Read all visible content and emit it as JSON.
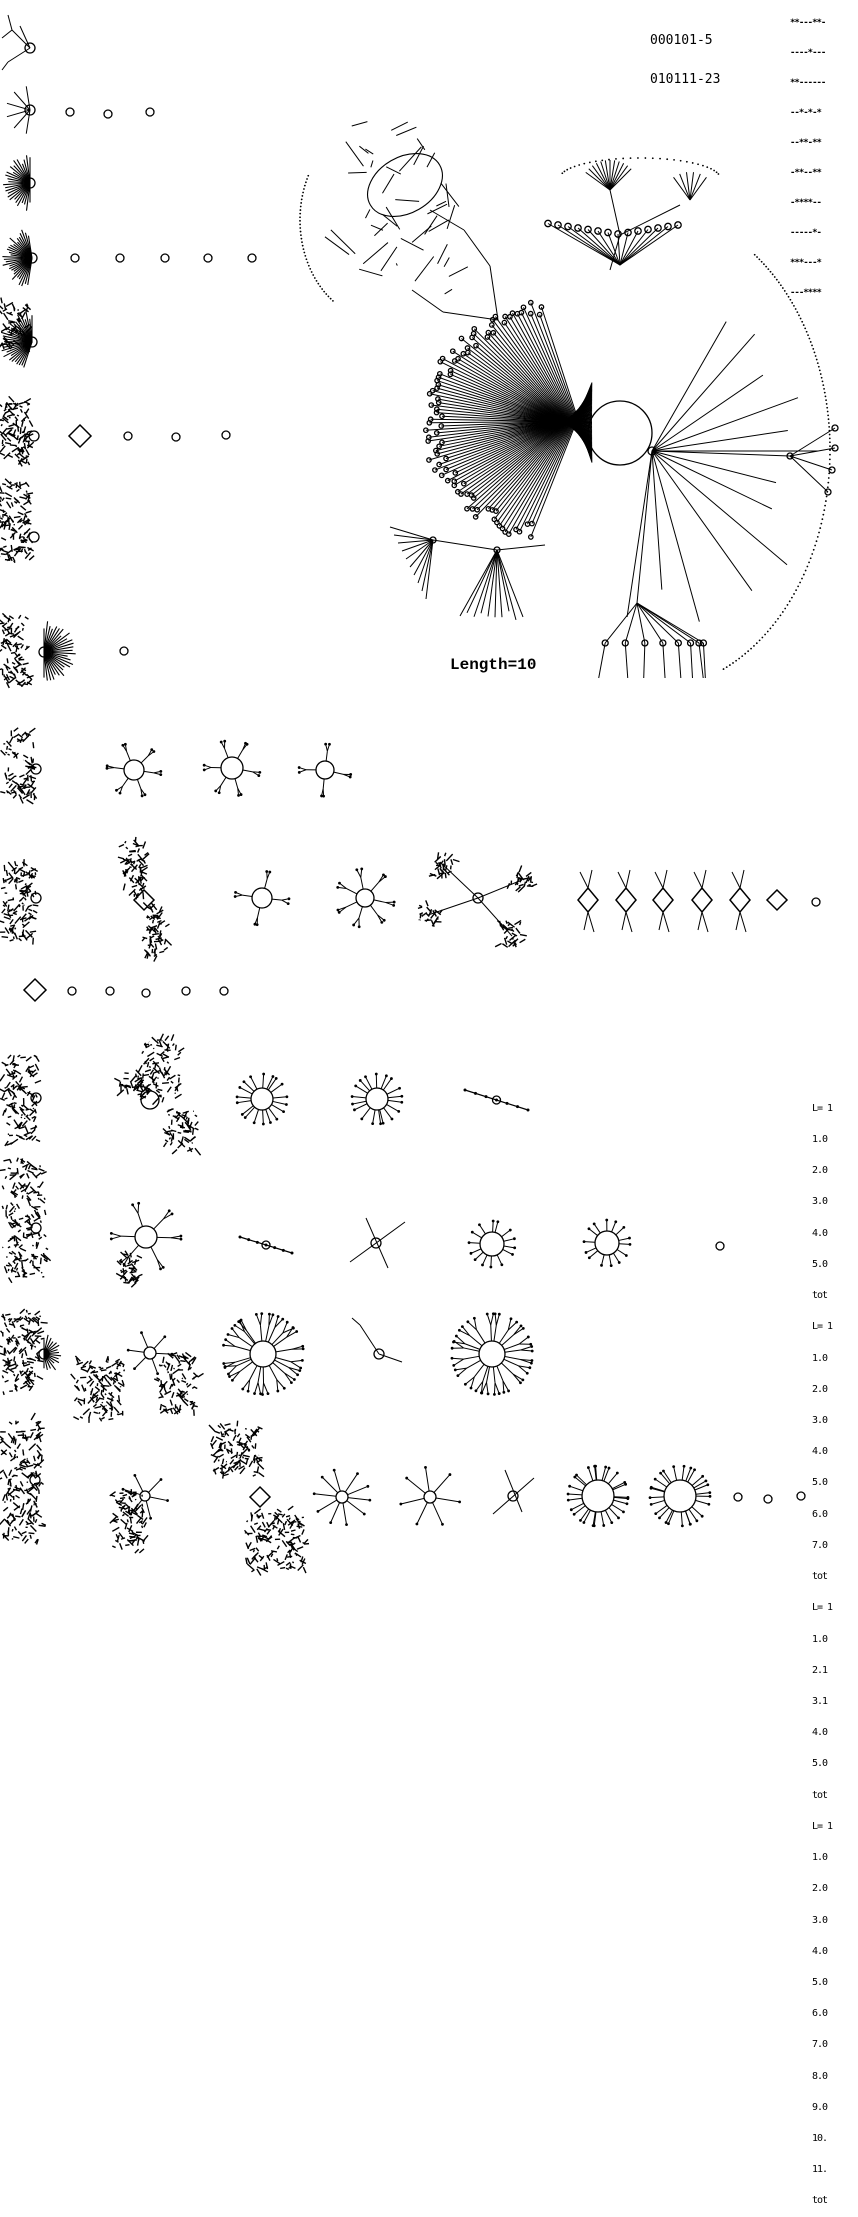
{
  "header": {
    "codes": [
      "000101-5",
      "010111-23"
    ],
    "pattern": [
      "**---**-",
      "----*---",
      "**------",
      "--*-*-*",
      "--**-**",
      "-**--**",
      "-****--",
      "-----*-",
      "***---*",
      "---****"
    ]
  },
  "main_diagram": {
    "length_label": "Length=10"
  },
  "side_listing": [
    "L= 1",
    "1.0",
    "2.0",
    "3.0",
    "4.0",
    "5.0",
    "tot",
    "L= 1",
    "1.0",
    "2.0",
    "3.0",
    "4.0",
    "5.0",
    "6.0",
    "7.0",
    "tot",
    "L= 1",
    "1.0",
    "2.1",
    "3.1",
    "4.0",
    "5.0",
    "tot",
    "L= 1",
    "1.0",
    "2.0",
    "3.0",
    "4.0",
    "5.0",
    "6.0",
    "7.0",
    "8.0",
    "9.0",
    "10.",
    "11.",
    "tot"
  ]
}
